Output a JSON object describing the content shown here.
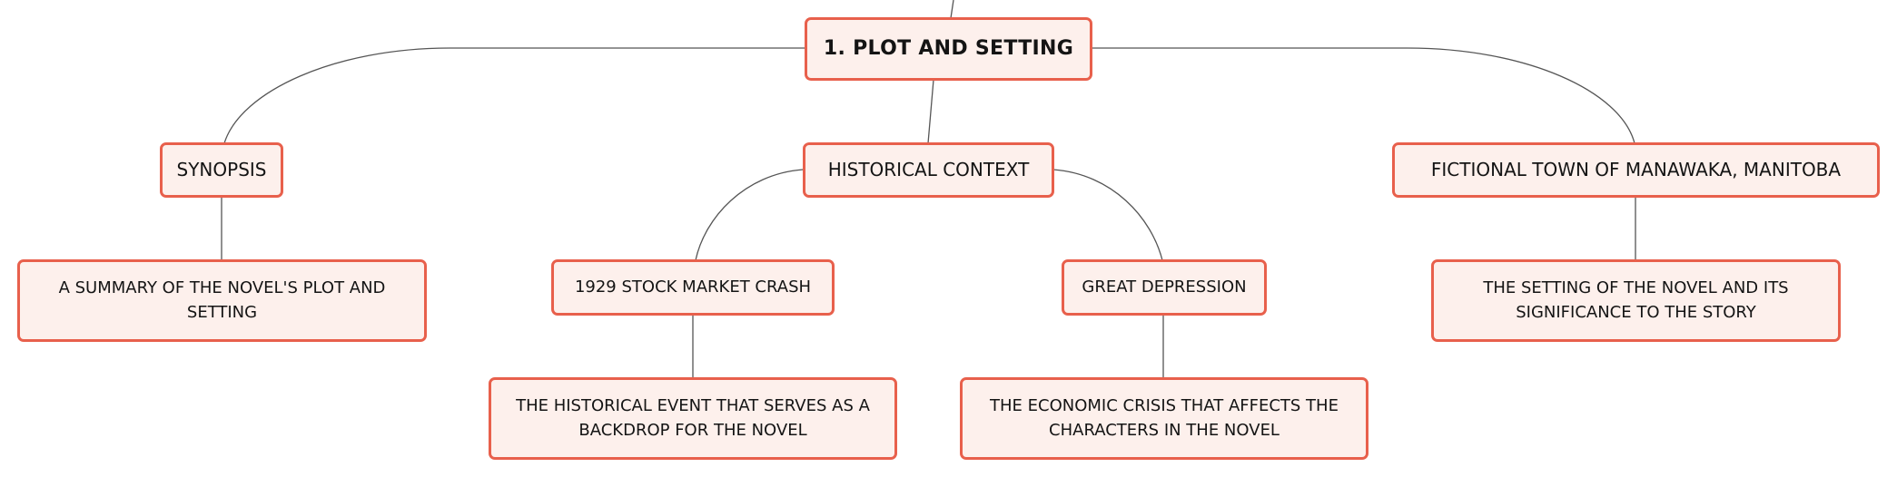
{
  "diagram": {
    "root": {
      "label": "1. PLOT AND SETTING"
    },
    "synopsis": {
      "label": "SYNOPSIS"
    },
    "synopsis_detail": {
      "label": "A SUMMARY OF THE NOVEL'S PLOT AND SETTING"
    },
    "historical_context": {
      "label": "HISTORICAL CONTEXT"
    },
    "stock_market_crash": {
      "label": "1929 STOCK MARKET CRASH"
    },
    "stock_market_crash_detail": {
      "label": "THE HISTORICAL EVENT THAT SERVES AS A BACKDROP FOR THE NOVEL"
    },
    "great_depression": {
      "label": "GREAT DEPRESSION"
    },
    "great_depression_detail": {
      "label": "THE ECONOMIC CRISIS THAT AFFECTS THE CHARACTERS IN THE NOVEL"
    },
    "manawaka": {
      "label": "FICTIONAL TOWN OF MANAWAKA, MANITOBA"
    },
    "manawaka_detail": {
      "label": "THE SETTING OF THE NOVEL AND ITS SIGNIFICANCE TO THE STORY"
    }
  },
  "colors": {
    "node_fill": "#fdf0ec",
    "node_border": "#e8604c",
    "connector": "#555555",
    "text": "#141414"
  }
}
